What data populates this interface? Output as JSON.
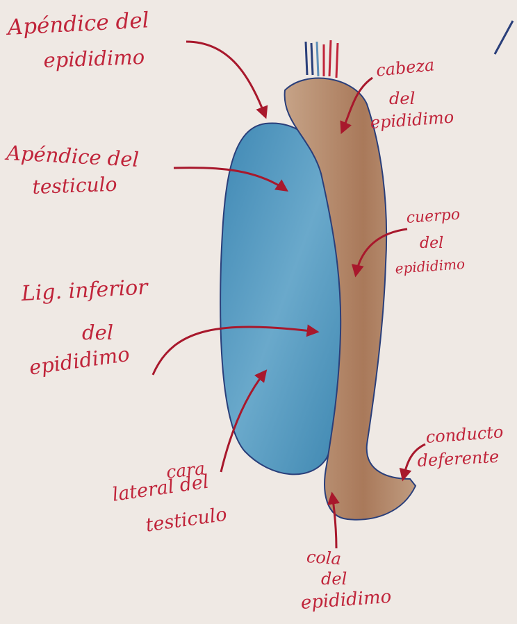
{
  "labels": {
    "apendice_epididimo": [
      "Apéndice del",
      "epididimo"
    ],
    "cabeza_epididimo": [
      "cabeza",
      "del",
      "epididimo"
    ],
    "apendice_testiculo": [
      "Apéndice del",
      "testiculo"
    ],
    "cuerpo_epididimo": [
      "cuerpo",
      "del",
      "epididimo"
    ],
    "lig_inferior": [
      "Lig. inferior",
      "del",
      "epididimo"
    ],
    "conducto_deferente": [
      "conducto",
      "deferente"
    ],
    "cara_lateral": [
      "cara",
      "lateral del",
      "testiculo"
    ],
    "cola_epididimo": [
      "cola",
      "del",
      "epididimo"
    ]
  },
  "colors": {
    "paper": "#efe9e4",
    "label_ink": "#c0243a",
    "testis_blue": "#5e9fc2",
    "epididymis_brown": "#b48a6a",
    "outline": "#2a3f7a"
  }
}
